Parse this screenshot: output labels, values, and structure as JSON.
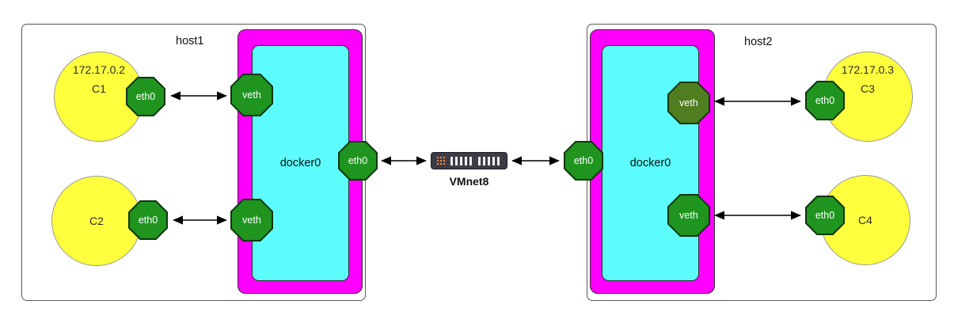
{
  "colors": {
    "container-fill": "#ffff3d",
    "octagon-fill": "#1f941f",
    "octagon-dark-fill": "#507d1f",
    "bridge-outer-fill": "#ff00ff",
    "bridge-inner-fill": "#5dfcfc",
    "arrow-color": "#000000"
  },
  "host1": {
    "label": "host1",
    "docker0_label": "docker0",
    "eth0_label": "eth0",
    "veth_top_label": "veth",
    "veth_bottom_label": "veth",
    "containers": [
      {
        "id": "C1",
        "ip": "172.17.0.2",
        "eth_label": "eth0"
      },
      {
        "id": "C2",
        "eth_label": "eth0"
      }
    ]
  },
  "host2": {
    "label": "host2",
    "docker0_label": "docker0",
    "eth0_label": "eth0",
    "veth_top_label": "veth",
    "veth_bottom_label": "veth",
    "containers": [
      {
        "id": "C3",
        "ip": "172.17.0.3",
        "eth_label": "eth0"
      },
      {
        "id": "C4",
        "eth_label": "eth0"
      }
    ]
  },
  "switch": {
    "label": "VMnet8"
  }
}
